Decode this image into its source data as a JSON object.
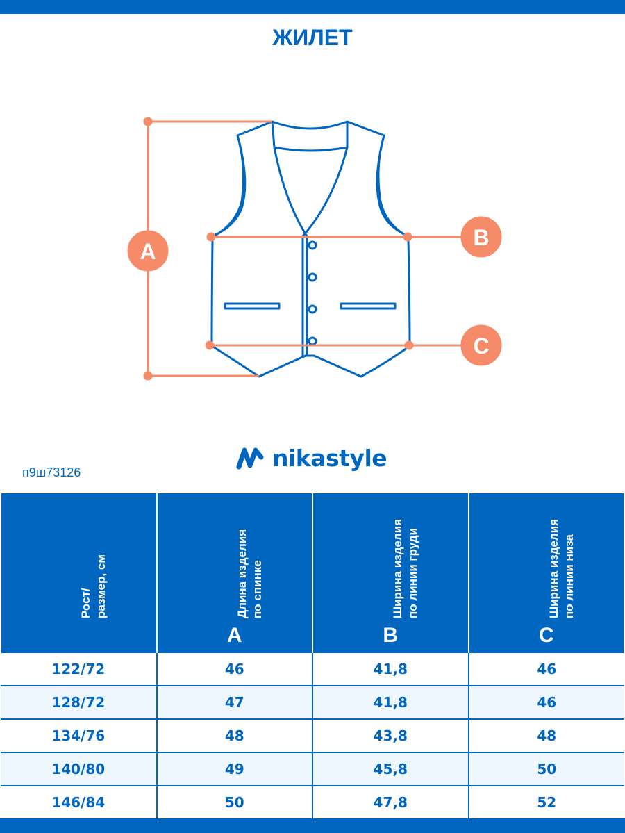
{
  "title": "ЖИЛЕТ",
  "labels": {
    "a": "A",
    "b": "B",
    "c": "C"
  },
  "brand": "nikastyle",
  "article": "п9ш73126",
  "table": {
    "headers": [
      {
        "line1": "Рост/",
        "line2": "размер, см",
        "letter": ""
      },
      {
        "line1": "Длина изделия",
        "line2": "по спинке",
        "letter": "A"
      },
      {
        "line1": "Ширина изделия",
        "line2": "по линии груди",
        "letter": "B"
      },
      {
        "line1": "Ширина изделия",
        "line2": "по линии низа",
        "letter": "C"
      }
    ],
    "rows": [
      [
        "122/72",
        "46",
        "41,8",
        "46"
      ],
      [
        "128/72",
        "47",
        "41,8",
        "46"
      ],
      [
        "134/76",
        "48",
        "43,8",
        "48"
      ],
      [
        "140/80",
        "49",
        "45,8",
        "50"
      ],
      [
        "146/84",
        "50",
        "47,8",
        "52"
      ]
    ]
  },
  "colors": {
    "brand": "#0066bf",
    "accent": "#f58b68"
  }
}
